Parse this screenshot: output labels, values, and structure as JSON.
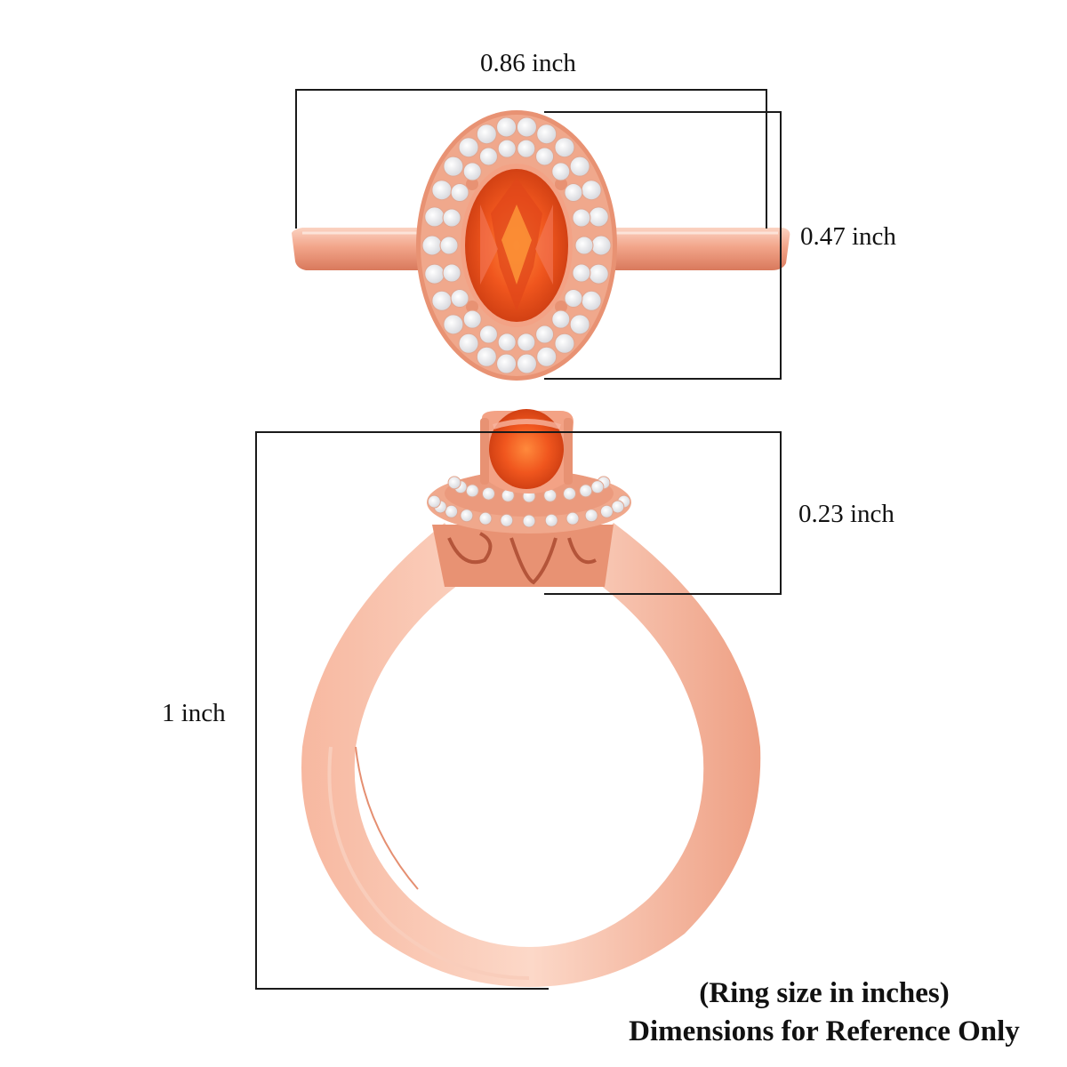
{
  "image": {
    "subject": "Rose gold oval orange sapphire double halo ring with white diamond accents",
    "colors": {
      "metal": "#F2A58A",
      "metal_shadow": "#D9795C",
      "metal_highlight": "#FBD3C2",
      "gem": "#F0561E",
      "gem_dark": "#C3360E",
      "gem_light": "#FF9A55",
      "diamond": "#F2F2F4",
      "line": "#1A1A1A"
    }
  },
  "dimensions": {
    "top_view_width": "0.86 inch",
    "top_view_height": "0.47 inch",
    "side_view_head_height": "0.23 inch",
    "side_view_total_height": "1 inch"
  },
  "notes": {
    "line1": "(Ring size in inches)",
    "line2": "Dimensions for Reference Only"
  }
}
